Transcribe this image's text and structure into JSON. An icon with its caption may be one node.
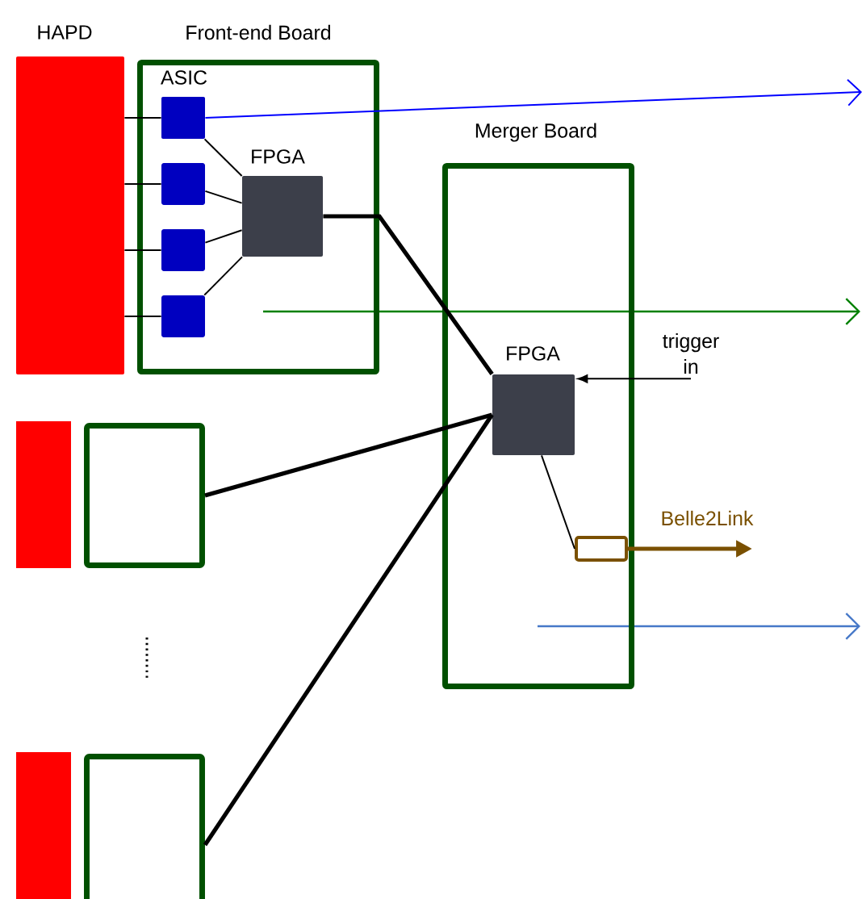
{
  "diagram": {
    "nodes": [
      {
        "text": [
          "HAPD"
        ]
      },
      {
        "text": [
          "Front-end Board"
        ]
      },
      {
        "text": [
          "ASIC"
        ],
        "in": 1
      },
      {
        "text": [],
        "shape": "box",
        "in": 1
      },
      {
        "text": [],
        "shape": "box",
        "in": 1
      },
      {
        "text": [],
        "shape": "box",
        "in": 1
      },
      {
        "text": [
          "FPGA"
        ],
        "in": 1
      },
      {
        "text": [
          "Merger Board"
        ]
      },
      {
        "text": [
          "FPGA"
        ],
        "in": 7
      },
      {
        "text": [],
        "shape": "box",
        "in": 7
      },
      {
        "text": [],
        "shape": "bar"
      },
      {
        "text": [],
        "shape": "box"
      },
      {
        "text": [],
        "shape": "bar"
      },
      {
        "text": [],
        "shape": "box"
      },
      {
        "text": [
          "trigger in"
        ]
      }
    ],
    "edges": [
      {
        "from": 0,
        "to": 2,
        "arrow": "none"
      },
      {
        "from": 0,
        "to": 3,
        "arrow": "none"
      },
      {
        "from": 0,
        "to": 4,
        "arrow": "none"
      },
      {
        "from": 0,
        "to": 5,
        "arrow": "none"
      },
      {
        "from": 2,
        "to": 6,
        "arrow": "none"
      },
      {
        "from": 3,
        "to": 6,
        "arrow": "none"
      },
      {
        "from": 4,
        "to": 6,
        "arrow": "none"
      },
      {
        "from": 5,
        "to": 6,
        "arrow": "none"
      },
      {
        "from": 2,
        "to": null,
        "arrow": "to",
        "color": "#0000ff"
      },
      {
        "from": 6,
        "to": 8,
        "arrow": "none",
        "style": "thick"
      },
      {
        "from": 11,
        "to": 8,
        "arrow": "none",
        "style": "thick"
      },
      {
        "from": 13,
        "to": 8,
        "arrow": "none",
        "style": "thick"
      },
      {
        "from": 14,
        "to": 8,
        "arrow": "to"
      },
      {
        "from": 8,
        "to": 9,
        "arrow": "none"
      },
      {
        "from": 9,
        "to": null,
        "arrow": "to",
        "label": "Belle2Link",
        "style": "thick",
        "color": "#7a5000"
      }
    ]
  }
}
